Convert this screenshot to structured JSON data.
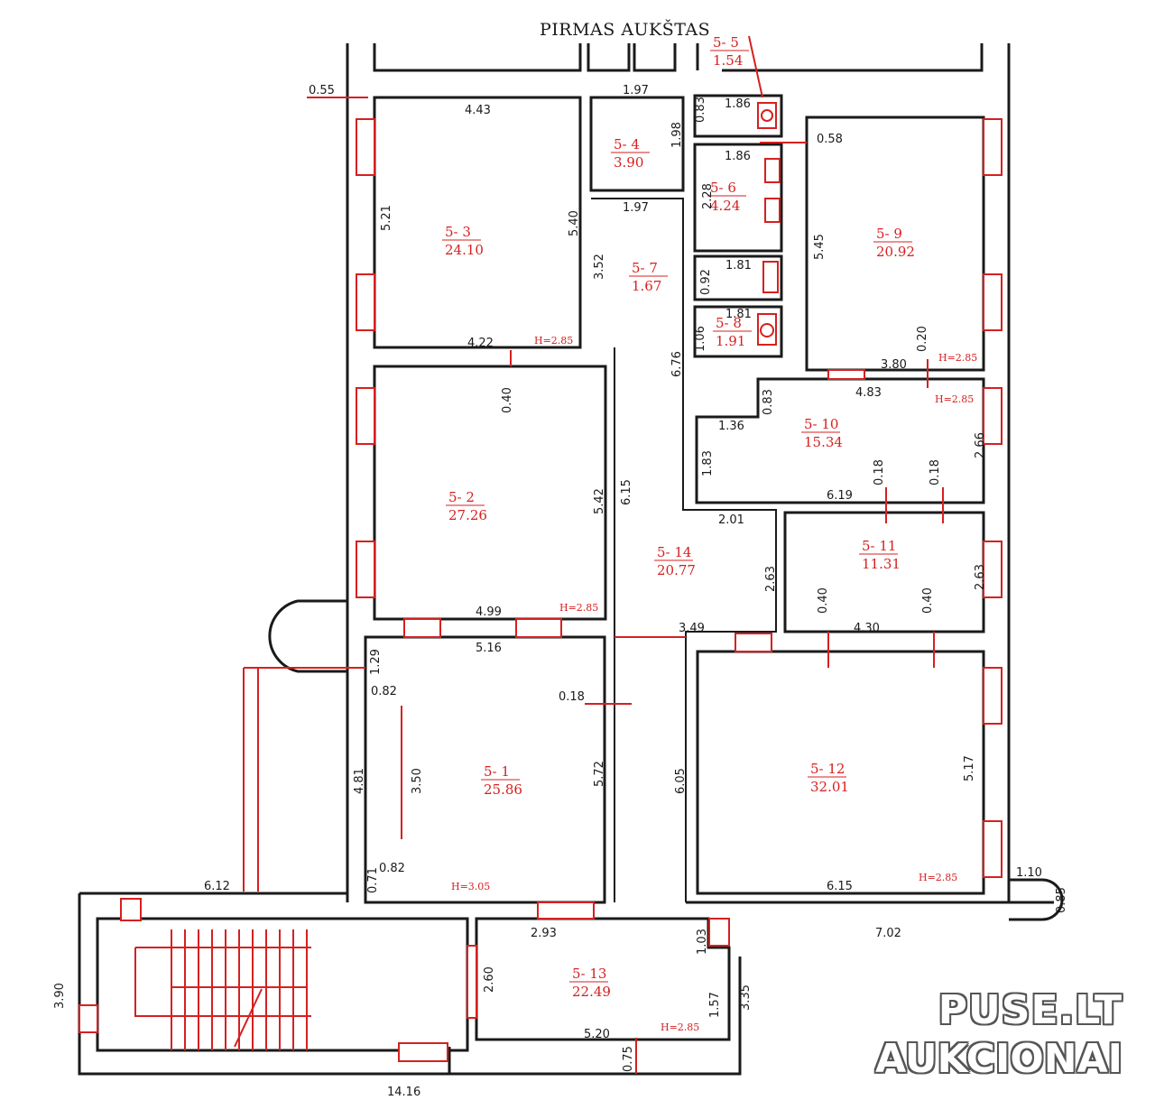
{
  "title": "PIRMAS AUKŠTAS",
  "watermark": {
    "line1": "PUSE.LT",
    "line2": "AUKCIONAI"
  },
  "rooms": [
    {
      "id": "5- 1",
      "area": "25.86"
    },
    {
      "id": "5- 2",
      "area": "27.26"
    },
    {
      "id": "5- 3",
      "area": "24.10"
    },
    {
      "id": "5- 4",
      "area": "3.90"
    },
    {
      "id": "5- 5",
      "area": "1.54"
    },
    {
      "id": "5- 6",
      "area": "4.24"
    },
    {
      "id": "5- 7",
      "area": "1.67"
    },
    {
      "id": "5- 8",
      "area": "1.91"
    },
    {
      "id": "5- 9",
      "area": "20.92"
    },
    {
      "id": "5- 10",
      "area": "15.34"
    },
    {
      "id": "5- 11",
      "area": "11.31"
    },
    {
      "id": "5- 12",
      "area": "32.01"
    },
    {
      "id": "5- 13",
      "area": "22.49"
    },
    {
      "id": "5- 14",
      "area": "20.77"
    }
  ],
  "heights": [
    "H=2.85",
    "H=2.85",
    "H=2.85",
    "H=2.85",
    "H=2.85",
    "H=3.05",
    "H=2.85",
    "H=2.85"
  ],
  "dimensions": [
    "0.55",
    "4.43",
    "5.21",
    "5.40",
    "4.22",
    "1.97",
    "1.98",
    "1.97",
    "1.86",
    "0.83",
    "1.86",
    "2.28",
    "0.58",
    "5.45",
    "0.20",
    "3.80",
    "3.52",
    "1.81",
    "0.92",
    "1.81",
    "1.06",
    "6.76",
    "0.40",
    "0.83",
    "4.83",
    "1.36",
    "1.83",
    "0.18",
    "0.18",
    "2.66",
    "6.19",
    "5.42",
    "6.15",
    "2.01",
    "2.63",
    "2.63",
    "0.40",
    "0.40",
    "4.30",
    "4.99",
    "5.16",
    "3.49",
    "1.29",
    "0.82",
    "0.18",
    "3.50",
    "4.81",
    "5.72",
    "6.05",
    "5.17",
    "0.71",
    "0.82",
    "6.12",
    "6.15",
    "1.10",
    "0.85",
    "2.93",
    "7.02",
    "1.03",
    "2.60",
    "3.35",
    "1.57",
    "5.20",
    "0.75",
    "3.90",
    "14.16"
  ]
}
